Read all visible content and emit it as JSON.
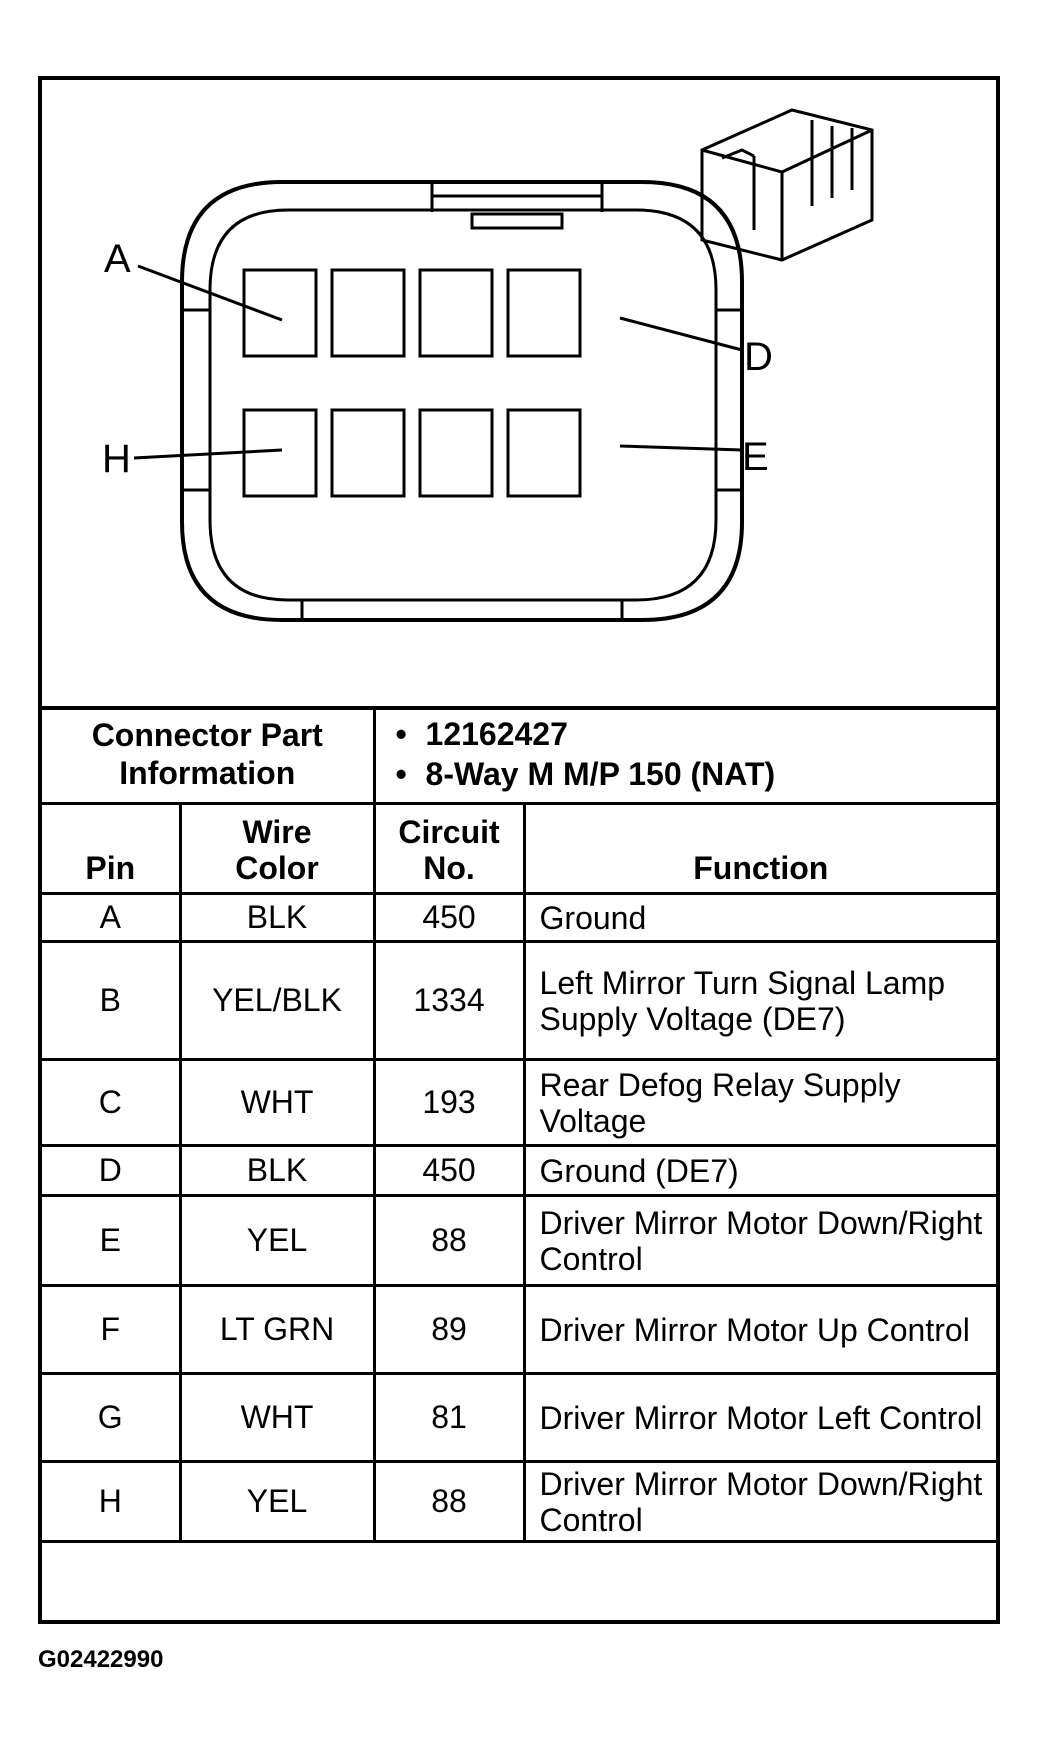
{
  "pins": {
    "A": "A",
    "D": "D",
    "H": "H",
    "E": "E"
  },
  "connector_info": {
    "label": "Connector Part Information",
    "part_number": "12162427",
    "description": "8-Way M M/P 150 (NAT)"
  },
  "columns": {
    "pin": "Pin",
    "wire_color_1": "Wire",
    "wire_color_2": "Color",
    "circuit_1": "Circuit",
    "circuit_2": "No.",
    "function": "Function"
  },
  "rows": [
    {
      "pin": "A",
      "color": "BLK",
      "circuit": "450",
      "function": "Ground"
    },
    {
      "pin": "B",
      "color": "YEL/BLK",
      "circuit": "1334",
      "function": "Left Mirror Turn Signal Lamp Supply Voltage (DE7)"
    },
    {
      "pin": "C",
      "color": "WHT",
      "circuit": "193",
      "function": "Rear Defog Relay Supply Voltage"
    },
    {
      "pin": "D",
      "color": "BLK",
      "circuit": "450",
      "function": "Ground (DE7)"
    },
    {
      "pin": "E",
      "color": "YEL",
      "circuit": "88",
      "function": "Driver Mirror Motor Down/Right Control"
    },
    {
      "pin": "F",
      "color": "LT GRN",
      "circuit": "89",
      "function": "Driver Mirror Motor Up Control"
    },
    {
      "pin": "G",
      "color": "WHT",
      "circuit": "81",
      "function": "Driver Mirror Motor Left Control"
    },
    {
      "pin": "H",
      "color": "YEL",
      "circuit": "88",
      "function": "Driver Mirror Motor Down/Right Control"
    }
  ],
  "figure_id": "G02422990"
}
